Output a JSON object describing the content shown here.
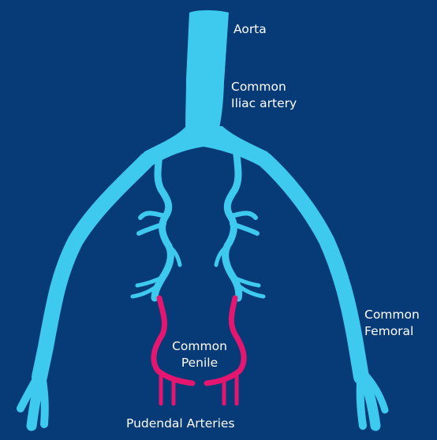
{
  "colors": {
    "background": "#073b78",
    "artery": "#3ec9ef",
    "penile_artery": "#e5166f",
    "label_text": "#ffffff"
  },
  "labels": {
    "aorta": "Aorta",
    "common_iliac_line1": "Common",
    "common_iliac_line2": "Iliac artery",
    "common_femoral_line1": "Common",
    "common_femoral_line2": "Femoral",
    "common_penile_line1": "Common",
    "common_penile_line2": "Penile",
    "pudendal": "Pudendal Arteries"
  }
}
